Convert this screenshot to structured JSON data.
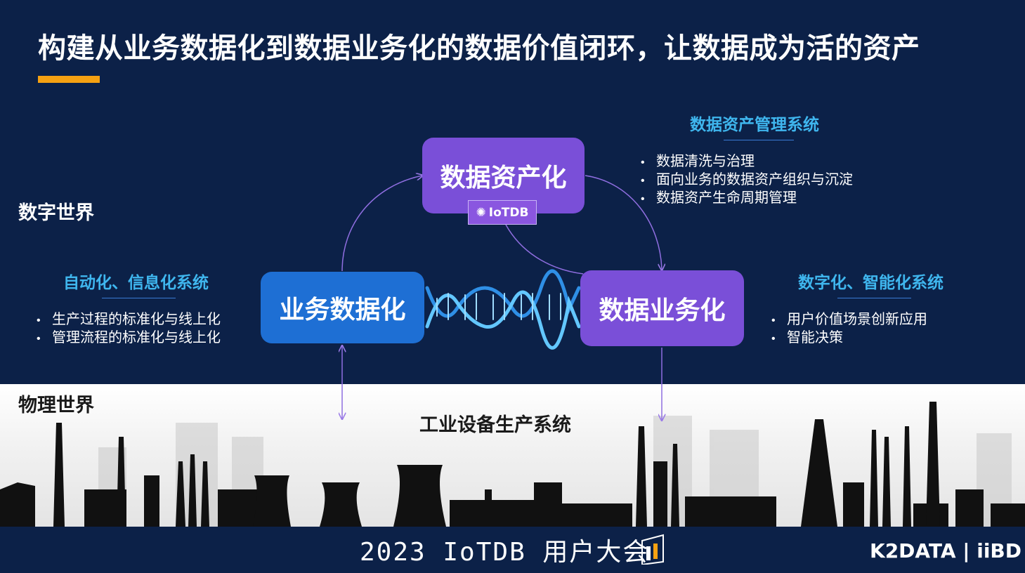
{
  "title": "构建从业务数据化到数据业务化的数据价值闭环，让数据成为活的资产",
  "worlds": {
    "digital": "数字世界",
    "physical": "物理世界"
  },
  "nodes": {
    "asset": "数据资产化",
    "biz_to_data": "业务数据化",
    "data_to_biz": "数据业务化",
    "badge": "IoTDB"
  },
  "systems": {
    "asset_mgmt": {
      "title": "数据资产管理系统",
      "items": [
        "数据清洗与治理",
        "面向业务的数据资产组织与沉淀",
        "数据资产生命周期管理"
      ]
    },
    "automation": {
      "title": "自动化、信息化系统",
      "items": [
        "生产过程的标准化与线上化",
        "管理流程的标准化与线上化"
      ]
    },
    "intelligent": {
      "title": "数字化、智能化系统",
      "items": [
        "用户价值场景创新应用",
        "智能决策"
      ]
    }
  },
  "factory": "工业设备生产系统",
  "footer": {
    "event": "2023 IoTDB 用户大会",
    "logo": "K2DATA | iiBD"
  },
  "colors": {
    "navy": "#0c2148",
    "purple": "#7a4fd8",
    "blue": "#1e6fd4",
    "accent": "#f5a112",
    "cyan": "#3fb6ee"
  }
}
